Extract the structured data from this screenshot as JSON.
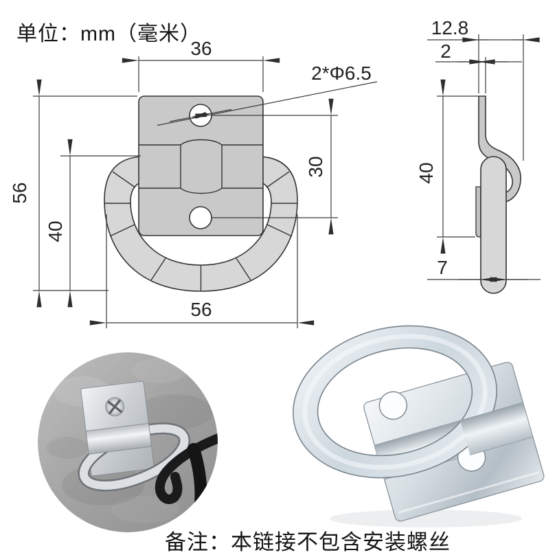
{
  "header": {
    "unit_label": "单位：mm（毫米）"
  },
  "footer": {
    "note_label": "备注：本链接不包含安装螺丝"
  },
  "front_view": {
    "dim_top_width": "36",
    "hole_callout": "2*Φ6.5",
    "dim_overall_height": "56",
    "dim_ring_height": "40",
    "dim_hole_spacing": "30",
    "dim_bottom_width": "56"
  },
  "side_view": {
    "dim_overall_depth": "12.8",
    "dim_plate_thickness": "2",
    "dim_plate_height": "40",
    "dim_wire_diameter": "7"
  },
  "colors": {
    "background": "#ffffff",
    "drawing_fill": "#d7d7d7",
    "drawing_line": "#333333",
    "dimension_line": "#3a3a3a",
    "metal_highlight": "#f2f5f7",
    "metal_shadow": "#aeb8c0",
    "concrete_gray": "#a3a3a3",
    "hook_black": "#1a1a1a"
  }
}
